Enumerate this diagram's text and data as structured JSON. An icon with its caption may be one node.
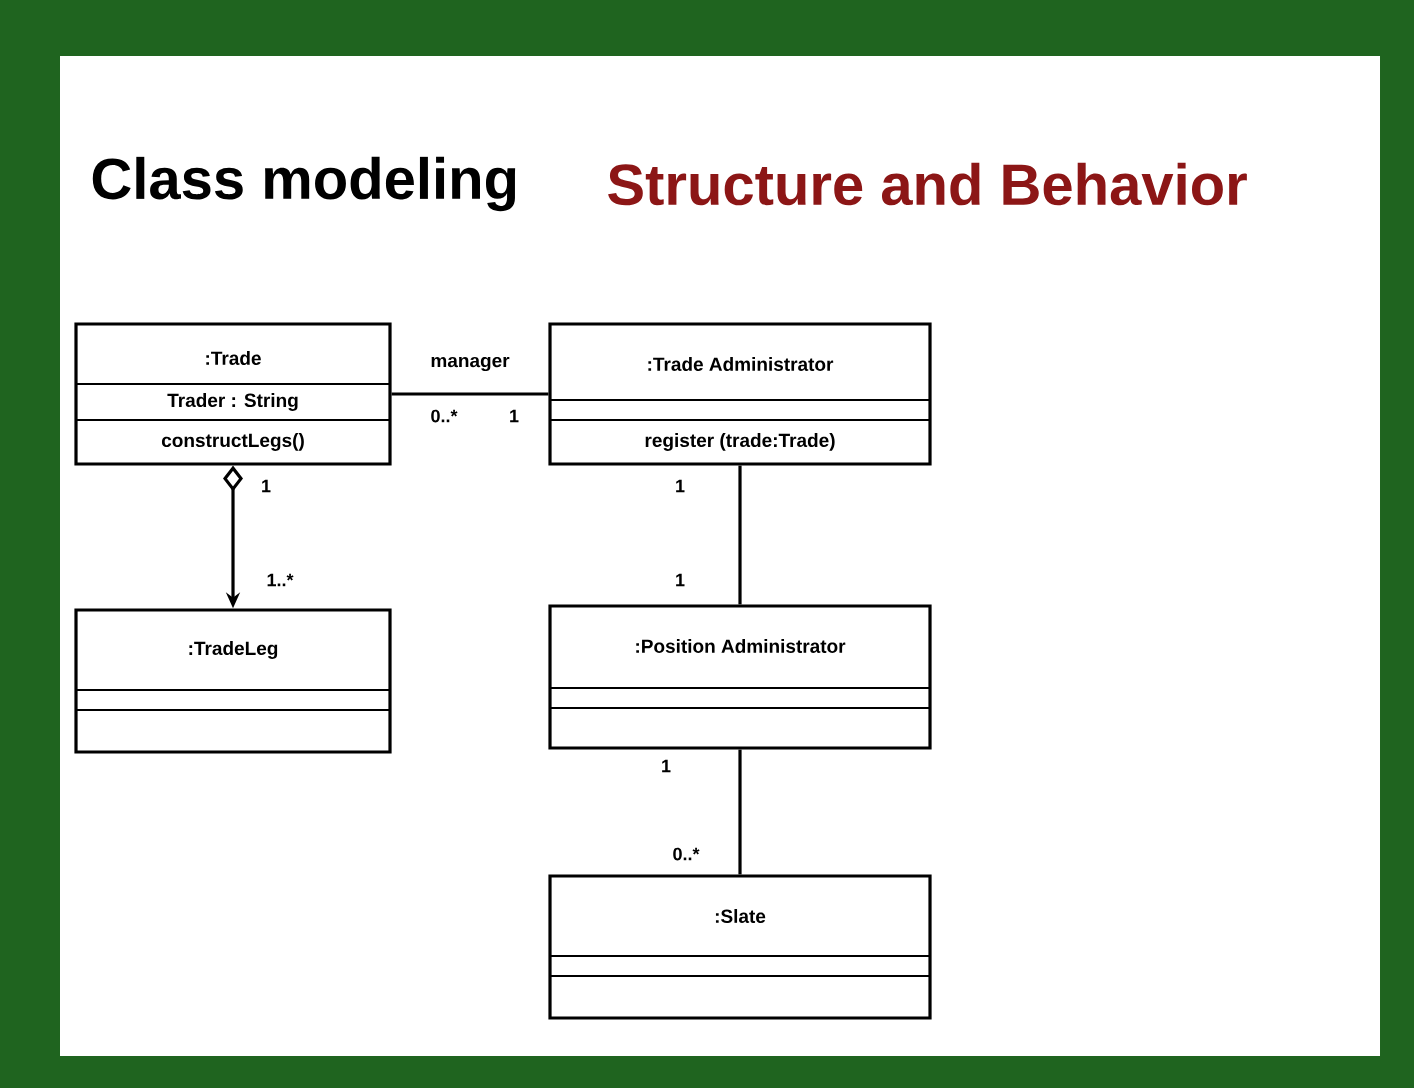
{
  "diagram": {
    "title": "Class modeling",
    "nodes": [
      {
        "text": [
          ":Trade",
          "Trader : String",
          "constructLegs()"
        ]
      },
      {
        "text": [
          ":Trade Administrator",
          "register (trade:Trade)"
        ]
      },
      {
        "text": [
          ":TradeLeg"
        ]
      },
      {
        "text": [
          ":Position Administrator"
        ]
      },
      {
        "text": [
          ":Slate"
        ]
      }
    ],
    "edges": [
      {
        "from": 0,
        "to": 1,
        "arrow": "none",
        "label": "manager"
      },
      {
        "from": 0,
        "to": 2,
        "arrow": "to"
      },
      {
        "from": 1,
        "to": 3,
        "arrow": "none"
      },
      {
        "from": 3,
        "to": 4,
        "arrow": "none"
      }
    ],
    "labels": [
      "Structure and Behavior",
      "0..*",
      "1",
      "1",
      "1",
      "1..*",
      "1",
      "1",
      "0..*"
    ]
  }
}
